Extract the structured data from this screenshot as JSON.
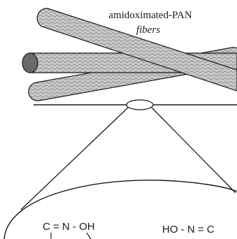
{
  "labels": {
    "title_line1": "amidoximated-PAN",
    "title_line2": "fibers",
    "group_left": "C = N - OH",
    "group_right": "HO - N = C"
  },
  "colors": {
    "fiber_fill": "#c9c9c9",
    "fiber_pattern": "#8a8a8a",
    "fiber_end_cap": "#6a6a6a",
    "line": "#1a1a1a",
    "background": "#ffffff"
  }
}
